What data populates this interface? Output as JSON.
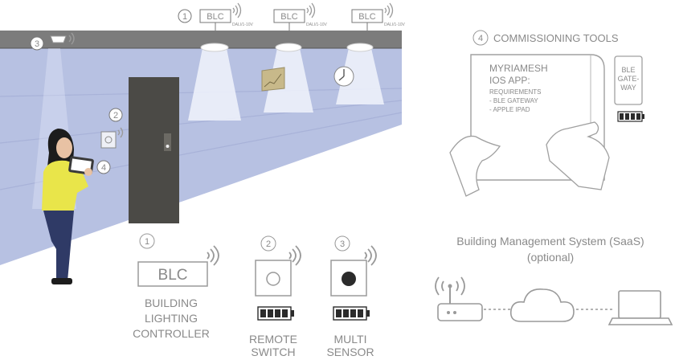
{
  "callouts": {
    "n1": "1",
    "n2": "2",
    "n3": "3",
    "n4": "4"
  },
  "ceiling": {
    "blc_label": "BLC",
    "dali_label": "DALI/1-10V"
  },
  "tools": {
    "heading": "COMMISSIONING TOOLS",
    "app_title_1": "MYRIAMESH",
    "app_title_2": "IOS APP:",
    "req_1": "REQUIREMENTS",
    "req_2": "- BLE GATEWAY",
    "req_3": "- APPLE IPAD",
    "gateway_1": "BLE",
    "gateway_2": "GATE-",
    "gateway_3": "WAY"
  },
  "components": [
    {
      "num": "1",
      "label_lines": [
        "BUILDING",
        "LIGHTING",
        "CONTROLLER"
      ],
      "device": "BLC"
    },
    {
      "num": "2",
      "label_lines": [
        "REMOTE",
        "SWITCH"
      ]
    },
    {
      "num": "3",
      "label_lines": [
        "MULTI",
        "SENSOR"
      ]
    }
  ],
  "bms": {
    "title": "Building Management System (SaaS)",
    "subtitle": "(optional)"
  },
  "colors": {
    "wall": "#b7c1e2",
    "wall_line": "#9aa6cf",
    "ceiling": "#7c7c7c",
    "door": "#4b4a46",
    "shirt": "#e9e54a",
    "pants": "#2f3a66",
    "hair": "#1c1c1c",
    "skin": "#e8c2a4",
    "outline": "#9a9a9a",
    "battery": "#2b2b2b"
  }
}
